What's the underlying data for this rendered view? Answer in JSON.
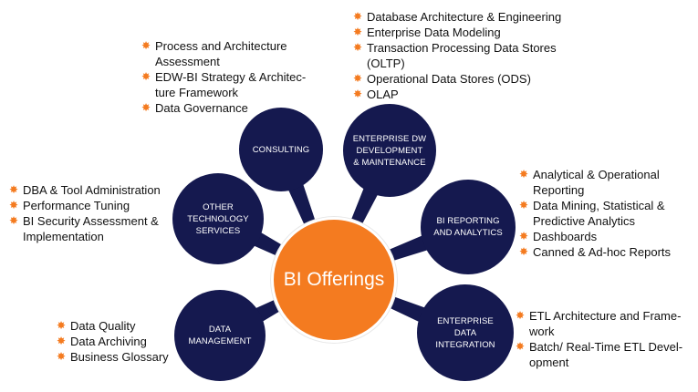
{
  "center": {
    "label": "BI Offerings"
  },
  "bullet_glyph": "✸",
  "colors": {
    "bubble": "#15194f",
    "center": "#f47b20",
    "bullet": "#f47b20"
  },
  "offerings": [
    {
      "id": "consulting",
      "title": "CONSULTING",
      "items": [
        "Process and Architecture\nAssessment",
        "EDW-BI Strategy & Architec-\nture Framework",
        "Data Governance"
      ]
    },
    {
      "id": "enterprise-dw",
      "title": [
        "ENTERPRISE DW",
        "DEVELOPMENT",
        "& MAINTENANCE"
      ],
      "items": [
        "Database Architecture & Engineering",
        "Enterprise Data Modeling",
        "Transaction Processing Data Stores\n(OLTP)",
        "Operational Data Stores (ODS)",
        "OLAP"
      ]
    },
    {
      "id": "other-tech",
      "title": [
        "OTHER",
        "TECHNOLOGY",
        "SERVICES"
      ],
      "items": [
        "DBA & Tool Administration",
        "Performance Tuning",
        "BI Security Assessment &\nImplementation"
      ]
    },
    {
      "id": "bi-reporting",
      "title": [
        "BI REPORTING",
        "AND ANALYTICS"
      ],
      "items": [
        "Analytical & Operational\nReporting",
        "Data Mining, Statistical &\nPredictive Analytics",
        "Dashboards",
        "Canned & Ad-hoc Reports"
      ]
    },
    {
      "id": "data-management",
      "title": [
        "DATA",
        "MANAGEMENT"
      ],
      "items": [
        "Data Quality",
        "Data Archiving",
        "Business Glossary"
      ]
    },
    {
      "id": "enterprise-data-integration",
      "title": [
        "ENTERPRISE",
        "DATA",
        "INTEGRATION"
      ],
      "items": [
        "ETL Architecture and Frame-\nwork",
        "Batch/ Real-Time ETL Devel-\nopment"
      ]
    }
  ]
}
